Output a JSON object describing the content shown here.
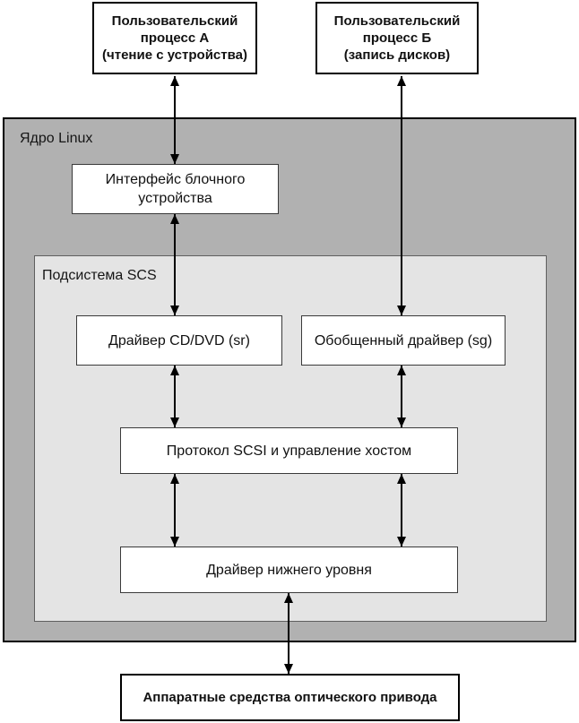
{
  "diagram": {
    "type": "block-diagram",
    "language": "ru",
    "colors": {
      "kernel_zone_bg": "#b1b1b1",
      "scsi_zone_bg": "#e4e4e4",
      "node_bg": "#ffffff",
      "border": "#000000"
    },
    "nodes": {
      "process_a": {
        "label": "Пользовательский\nпроцесс А\n(чтение с устройства)"
      },
      "process_b": {
        "label": "Пользовательский\nпроцесс Б\n(запись дисков)"
      },
      "kernel_zone": {
        "label": "Ядро Linux"
      },
      "block_interface": {
        "label": "Интерфейс блочного\nустройства"
      },
      "scsi_zone": {
        "label": "Подсистема SCS"
      },
      "sr_driver": {
        "label": "Драйвер CD/DVD (sr)"
      },
      "sg_driver": {
        "label": "Обобщенный драйвер (sg)"
      },
      "scsi_protocol": {
        "label": "Протокол SCSI и управление хостом"
      },
      "low_level_driver": {
        "label": "Драйвер нижнего уровня"
      },
      "optical_hardware": {
        "label": "Аппаратные средства оптического привода"
      }
    },
    "arrows": [
      {
        "from": "process_a",
        "to": "block_interface",
        "bidirectional": true
      },
      {
        "from": "process_b",
        "to": "sg_driver",
        "bidirectional": true
      },
      {
        "from": "block_interface",
        "to": "sr_driver",
        "bidirectional": true
      },
      {
        "from": "sr_driver",
        "to": "scsi_protocol",
        "bidirectional": true
      },
      {
        "from": "sg_driver",
        "to": "scsi_protocol",
        "bidirectional": true
      },
      {
        "from": "scsi_protocol",
        "to": "low_level_driver",
        "bidirectional": true,
        "side": "left"
      },
      {
        "from": "scsi_protocol",
        "to": "low_level_driver",
        "bidirectional": true,
        "side": "right"
      },
      {
        "from": "low_level_driver",
        "to": "optical_hardware",
        "bidirectional": true
      }
    ]
  }
}
